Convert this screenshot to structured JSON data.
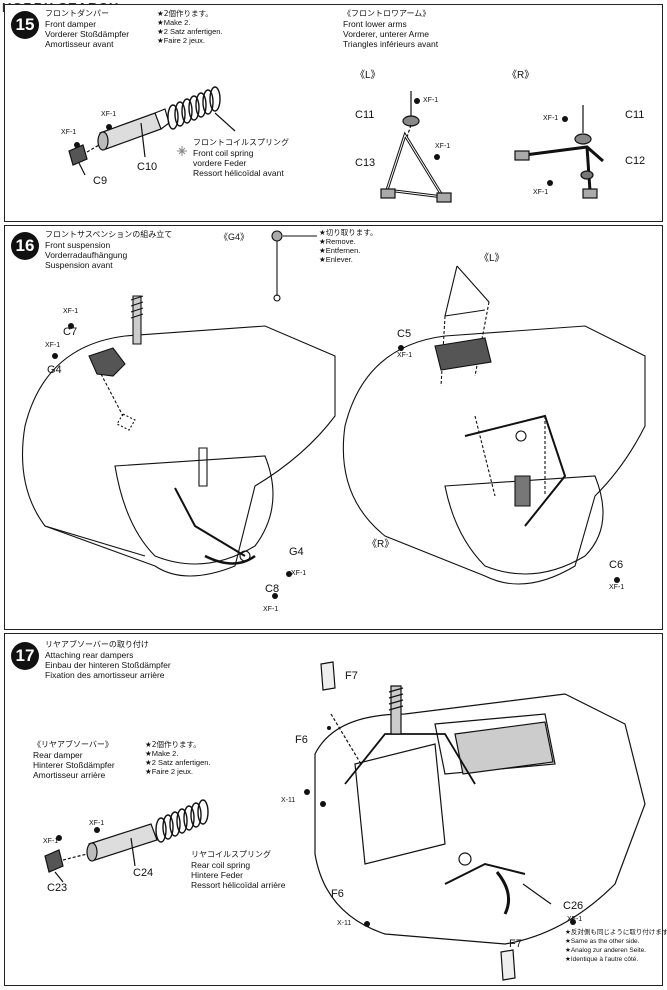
{
  "watermark": "HOBBY SEARCH",
  "step15": {
    "number": "15",
    "header_jp": "フロントダンパー",
    "header_en": "Front damper",
    "header_de": "Vorderer Stoßdämpfer",
    "header_fr": "Amortisseur avant",
    "make_note": [
      "★2個作ります。",
      "★Make 2.",
      "★2 Satz anfertigen.",
      "★Faire 2 jeux."
    ],
    "spring_jp": "フロントコイルスプリング",
    "spring_en": "Front coil spring",
    "spring_de": "vordere Feder",
    "spring_fr": "Ressort hélicoïdal avant",
    "parts": [
      "C9",
      "C10"
    ],
    "xf": "XF-1",
    "arms_header_jp": "《フロントロワアーム》",
    "arms_header_en": "Front lower arms",
    "arms_header_de": "Vorderer, unterer Arme",
    "arms_header_fr": "Triangles inférieurs avant",
    "left_tag": "《L》",
    "right_tag": "《R》",
    "arm_parts_l": [
      "C11",
      "C13"
    ],
    "arm_parts_r": [
      "C11",
      "C12"
    ]
  },
  "step16": {
    "number": "16",
    "header_jp": "フロントサスペンションの組み立て",
    "header_en": "Front suspension",
    "header_de": "Vorderradaufhängung",
    "header_fr": "Suspension avant",
    "g4_tag": "《G4》",
    "cut_note": [
      "★切り取ります。",
      "★Remove.",
      "★Entfernen.",
      "★Enlever."
    ],
    "parts": [
      "C7",
      "G4",
      "G4",
      "C8",
      "C5",
      "C6"
    ],
    "xf": "XF-1",
    "left_tag": "《L》",
    "right_tag": "《R》"
  },
  "step17": {
    "number": "17",
    "header_jp": "リヤアブソーバーの取り付け",
    "header_en": "Attaching rear dampers",
    "header_de": "Einbau der hinteren Stoßdämpfer",
    "header_fr": "Fixation des amortisseur arrière",
    "damper_jp": "《リヤアブソーバー》",
    "damper_en": "Rear damper",
    "damper_de": "Hinterer Stoßdämpfer",
    "damper_fr": "Amortisseur arrière",
    "make_note": [
      "★2個作ります。",
      "★Make 2.",
      "★2 Satz anfertigen.",
      "★Faire 2 jeux."
    ],
    "spring_jp": "リヤコイルスプリング",
    "spring_en": "Rear coil spring",
    "spring_de": "Hintere Feder",
    "spring_fr": "Ressort hélicoïdal arrière",
    "parts": [
      "C23",
      "C24",
      "F7",
      "F6",
      "F6",
      "C26",
      "F7"
    ],
    "xf": "XF-1",
    "x11": "X-11",
    "same_note": [
      "★反対側も同じように取り付けます。",
      "★Same as the other side.",
      "★Analog zur anderen Seite.",
      "★Identique à l'autre côté."
    ]
  }
}
